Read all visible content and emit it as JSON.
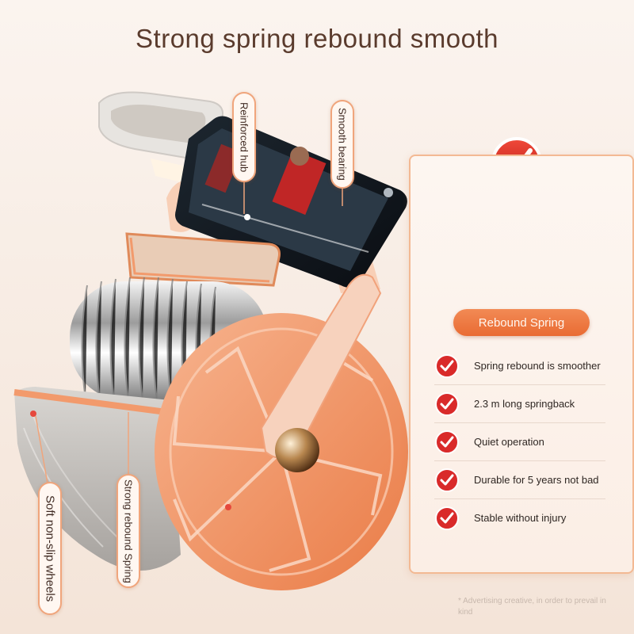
{
  "headline": "Strong spring rebound smooth",
  "callouts": {
    "reinforced_hub": "Reinforced hub",
    "smooth_bearing": "Smooth bearing",
    "rebound_spring": "Strong rebound Spring",
    "wheels": "Soft non-slip wheels"
  },
  "panel": {
    "badge": "Rebound Spring",
    "features": [
      "Spring rebound is smoother",
      "2.3 m long springback",
      "Quiet operation",
      "Durable for 5 years not bad",
      "Stable without injury"
    ]
  },
  "phone_screen": {
    "progress": 0.27
  },
  "disclaimer": "* Advertising creative, in order to prevail in kind",
  "colors": {
    "accent": "#e96b33",
    "wheel": "#f29a6c",
    "check": "#d92a2a",
    "background": "#f7eee7"
  }
}
